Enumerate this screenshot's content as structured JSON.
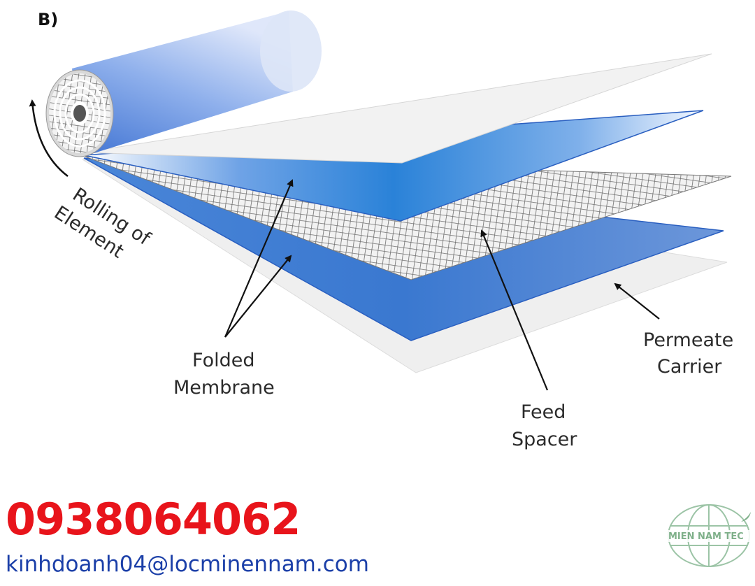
{
  "panel_label": "B)",
  "labels": {
    "rolling": [
      "Rolling of",
      "Element"
    ],
    "folded_membrane": [
      "Folded",
      "Membrane"
    ],
    "feed_spacer": [
      "Feed",
      "Spacer"
    ],
    "permeate_carrier": [
      "Permeate",
      "Carrier"
    ]
  },
  "contact": {
    "phone": "0938064062",
    "email": "kinhdoanh04@locminennam.com"
  },
  "logo": {
    "text": "MIEN NAM TEC"
  },
  "colors": {
    "membrane_blue": "#2f7fd6",
    "membrane_dark": "#2a5fc0",
    "phone_red": "#e8141b",
    "email_blue": "#1b3fa8",
    "logo_green": "#7fb08a"
  }
}
